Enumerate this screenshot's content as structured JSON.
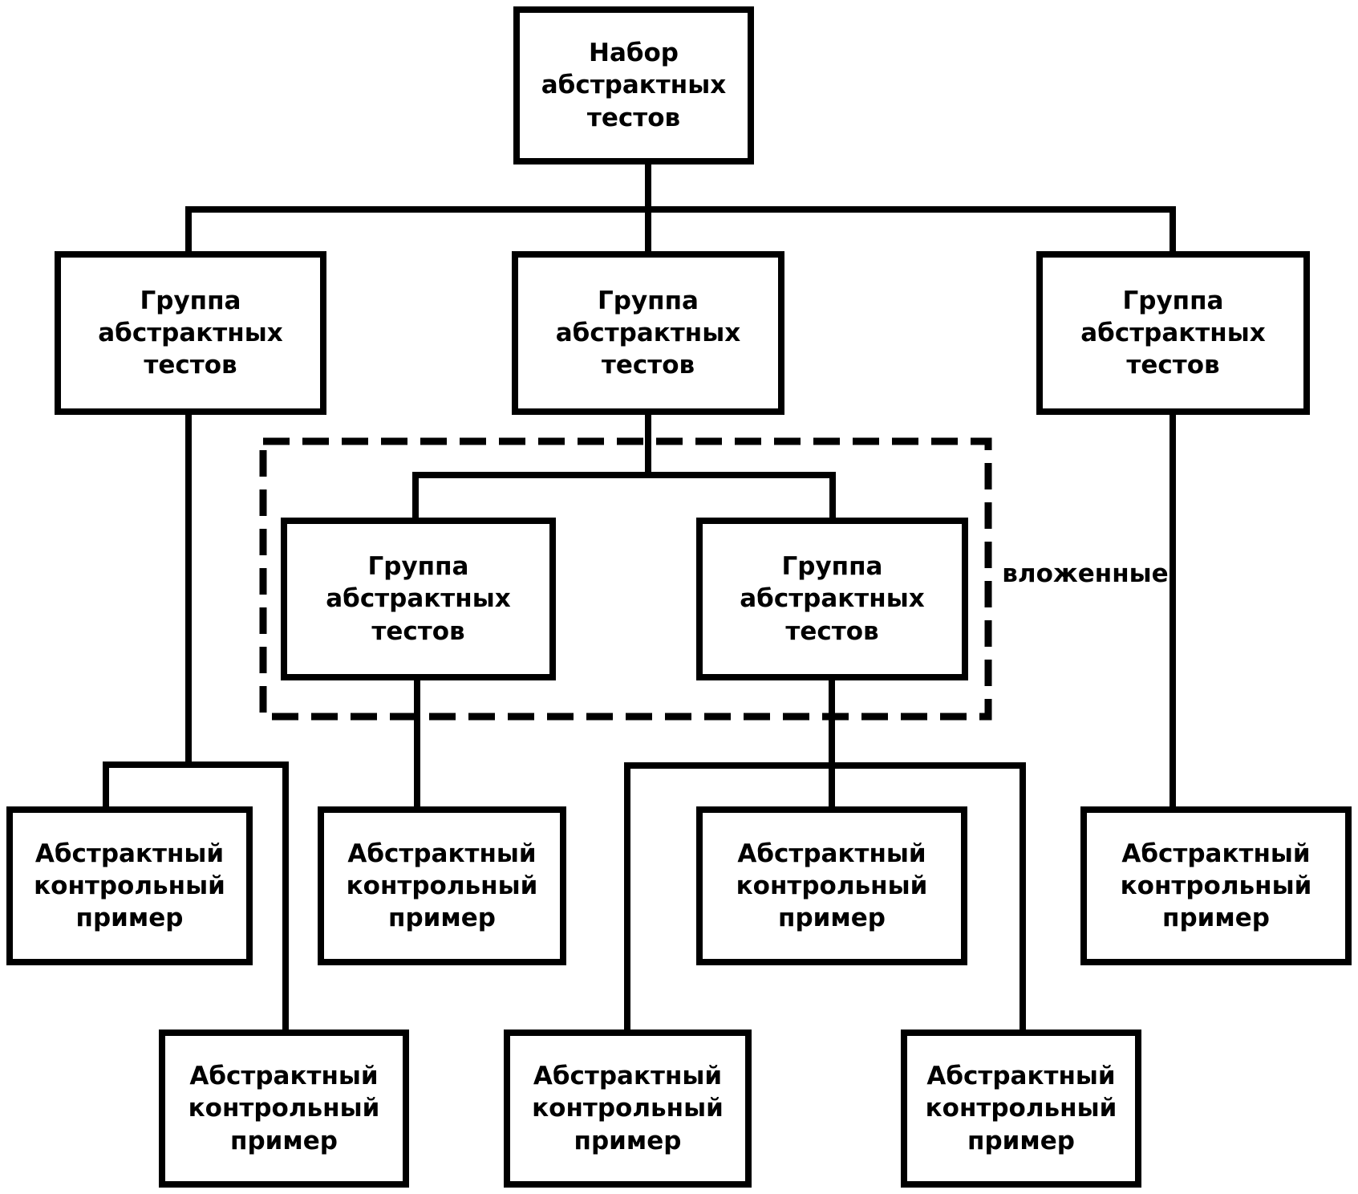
{
  "diagram": {
    "kind": "tree-flowchart",
    "colors": {
      "background": "#ffffff",
      "line": "#000000",
      "text": "#000000",
      "node_fill": "#ffffff",
      "node_border": "#000000"
    }
  },
  "nodes": {
    "root": {
      "label": "Набор абстрактных тестов"
    },
    "group_left": {
      "label": "Группа абстрактных тестов"
    },
    "group_mid": {
      "label": "Группа абстрактных тестов"
    },
    "group_right": {
      "label": "Группа абстрактных тестов"
    },
    "nested_group_1": {
      "label": "Группа абстрактных тестов"
    },
    "nested_group_2": {
      "label": "Группа абстрактных тестов"
    },
    "case_1": {
      "label": "Абстрактный контрольный пример"
    },
    "case_2": {
      "label": "Абстрактный контрольный пример"
    },
    "case_3": {
      "label": "Абстрактный контрольный пример"
    },
    "case_4": {
      "label": "Абстрактный контрольный пример"
    },
    "case_5": {
      "label": "Абстрактный контрольный пример"
    },
    "case_6": {
      "label": "Абстрактный контрольный пример"
    },
    "case_7": {
      "label": "Абстрактный контрольный пример"
    }
  },
  "annotations": {
    "nested_label": "вложенные"
  }
}
